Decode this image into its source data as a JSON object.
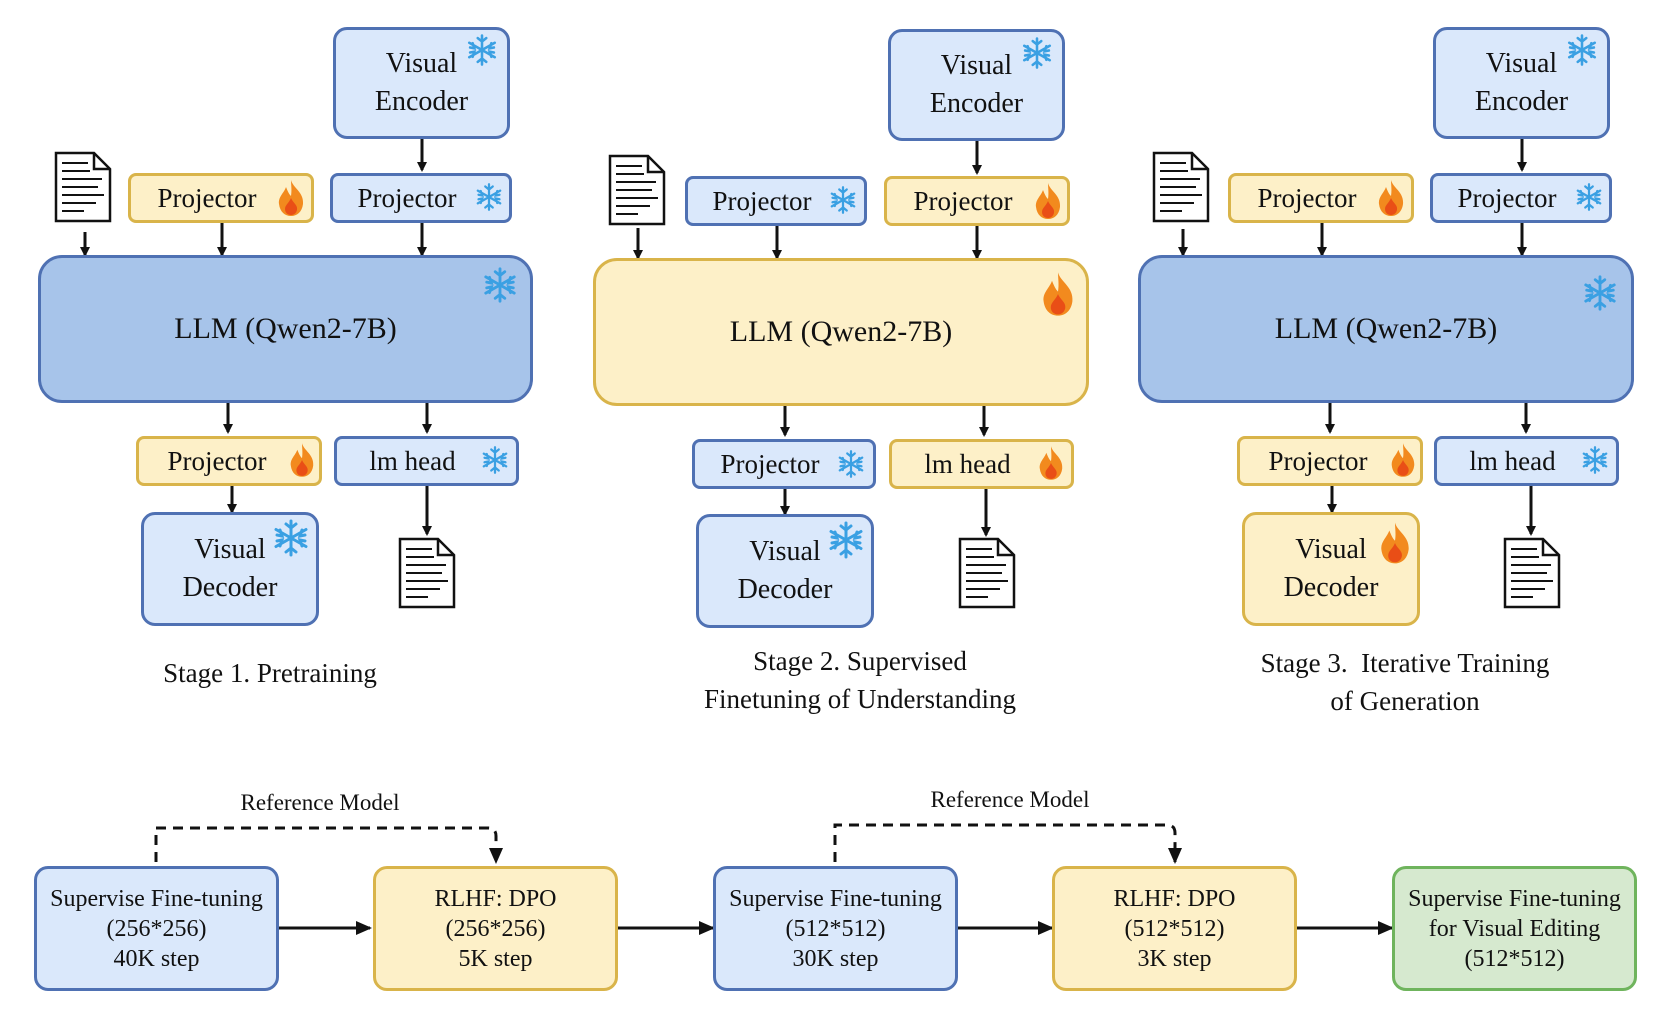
{
  "stages": [
    {
      "visual_encoder": [
        "Visual",
        "Encoder"
      ],
      "encoder_projector": "Projector",
      "text_projector": "Projector",
      "llm": "LLM (Qwen2-7B)",
      "decoder_projector": "Projector",
      "lm_head": "lm head",
      "visual_decoder": [
        "Visual",
        "Decoder"
      ],
      "caption": [
        "Stage 1. Pretraining"
      ]
    },
    {
      "visual_encoder": [
        "Visual",
        "Encoder"
      ],
      "encoder_projector": "Projector",
      "text_projector": "Projector",
      "llm": "LLM (Qwen2-7B)",
      "decoder_projector": "Projector",
      "lm_head": "lm head",
      "visual_decoder": [
        "Visual",
        "Decoder"
      ],
      "caption": [
        "Stage 2. Supervised",
        "Finetuning of Understanding"
      ]
    },
    {
      "visual_encoder": [
        "Visual",
        "Encoder"
      ],
      "encoder_projector": "Projector",
      "text_projector": "Projector",
      "llm": "LLM (Qwen2-7B)",
      "decoder_projector": "Projector",
      "lm_head": "lm head",
      "visual_decoder": [
        "Visual",
        "Decoder"
      ],
      "caption": [
        "Stage 3.  Iterative Training",
        "of Generation"
      ]
    }
  ],
  "pipeline": [
    [
      "Supervise Fine-tuning",
      "(256*256)",
      "40K step"
    ],
    [
      "RLHF: DPO",
      "(256*256)",
      "5K step"
    ],
    [
      "Supervise Fine-tuning",
      "(512*512)",
      "30K step"
    ],
    [
      "RLHF: DPO",
      "(512*512)",
      "3K step"
    ],
    [
      "Supervise Fine-tuning",
      "for Visual Editing",
      "(512*512)"
    ]
  ],
  "reference_labels": [
    "Reference Model",
    "Reference Model"
  ],
  "icons": {
    "frozen": "snowflake-icon",
    "trainable": "flame-icon",
    "text": "document-icon"
  },
  "colors": {
    "frozen_light": "#dae8fb",
    "frozen_dark": "#a7c4ea",
    "trainable": "#fdf0c8",
    "edit": "#d6e9cf"
  }
}
